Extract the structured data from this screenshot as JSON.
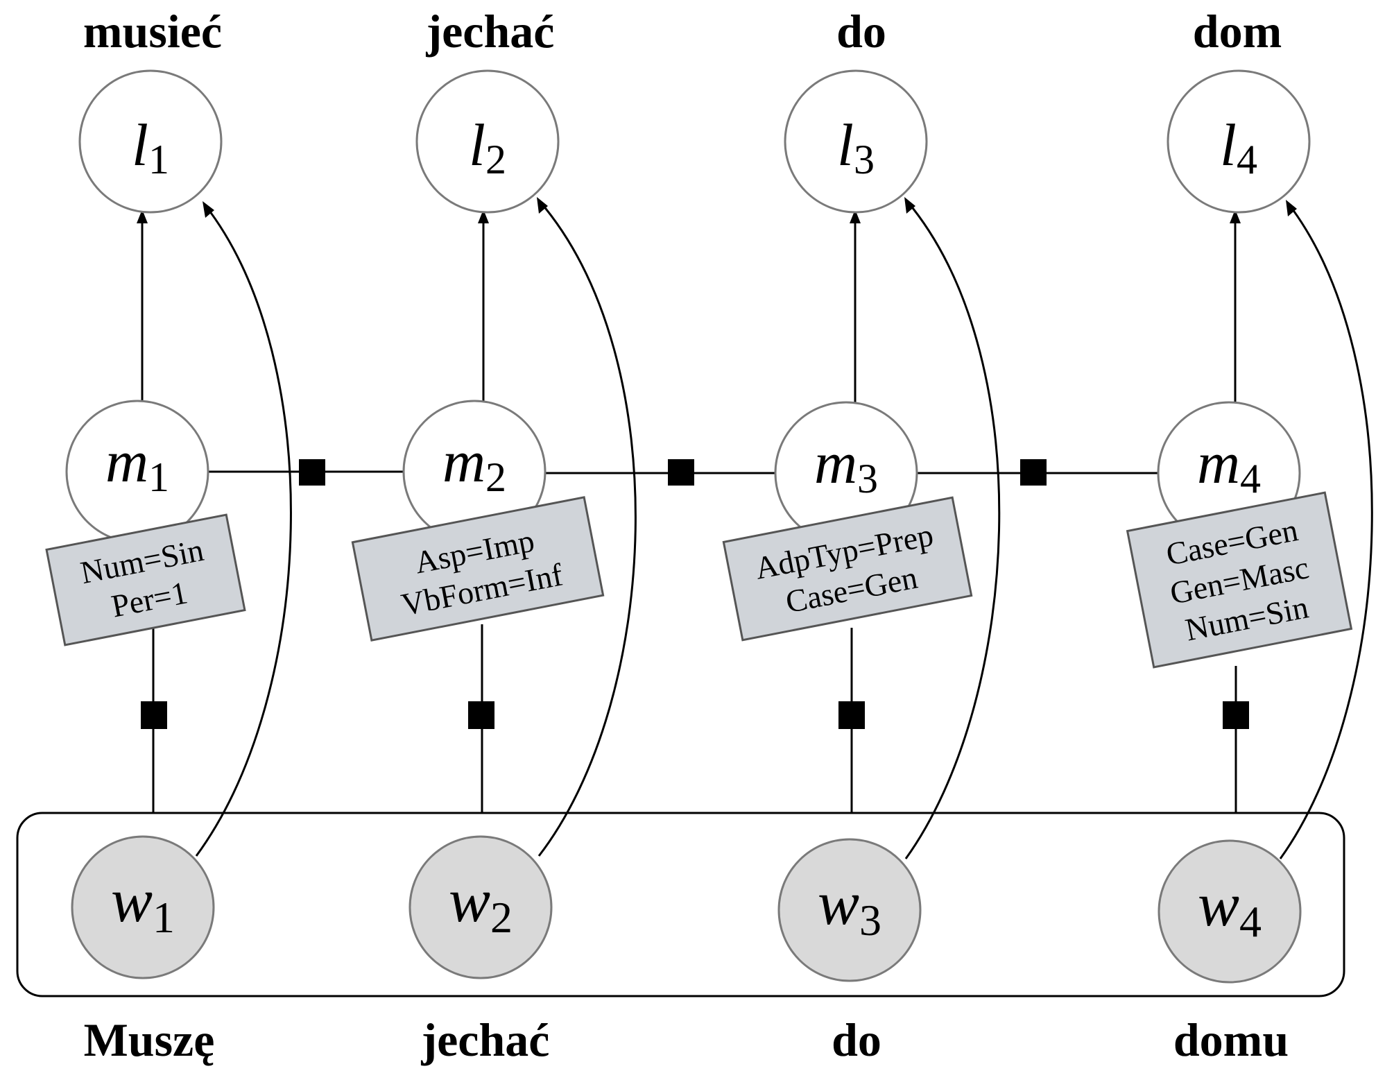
{
  "colors": {
    "observed_node_fill": "#d9d9d9",
    "node_stroke": "#7a7a7a",
    "tag_box_fill": "#d0d4d9",
    "factor_fill": "#000000"
  },
  "lemmas": [
    "musieć",
    "jechać",
    "do",
    "dom"
  ],
  "forms": [
    "Muszę",
    "jechać",
    "do",
    "domu"
  ],
  "nodes": {
    "l": [
      {
        "var": "l",
        "sub": "1"
      },
      {
        "var": "l",
        "sub": "2"
      },
      {
        "var": "l",
        "sub": "3"
      },
      {
        "var": "l",
        "sub": "4"
      }
    ],
    "m": [
      {
        "var": "m",
        "sub": "1"
      },
      {
        "var": "m",
        "sub": "2"
      },
      {
        "var": "m",
        "sub": "3"
      },
      {
        "var": "m",
        "sub": "4"
      }
    ],
    "w": [
      {
        "var": "w",
        "sub": "1"
      },
      {
        "var": "w",
        "sub": "2"
      },
      {
        "var": "w",
        "sub": "3"
      },
      {
        "var": "w",
        "sub": "4"
      }
    ]
  },
  "tags": [
    {
      "lines": [
        "Num=Sin",
        "Per=1"
      ]
    },
    {
      "lines": [
        "Asp=Imp",
        "VbForm=Inf"
      ]
    },
    {
      "lines": [
        "AdpTyp=Prep",
        "Case=Gen"
      ]
    },
    {
      "lines": [
        "Case=Gen",
        "Gen=Masc",
        "Num=Sin"
      ]
    }
  ]
}
